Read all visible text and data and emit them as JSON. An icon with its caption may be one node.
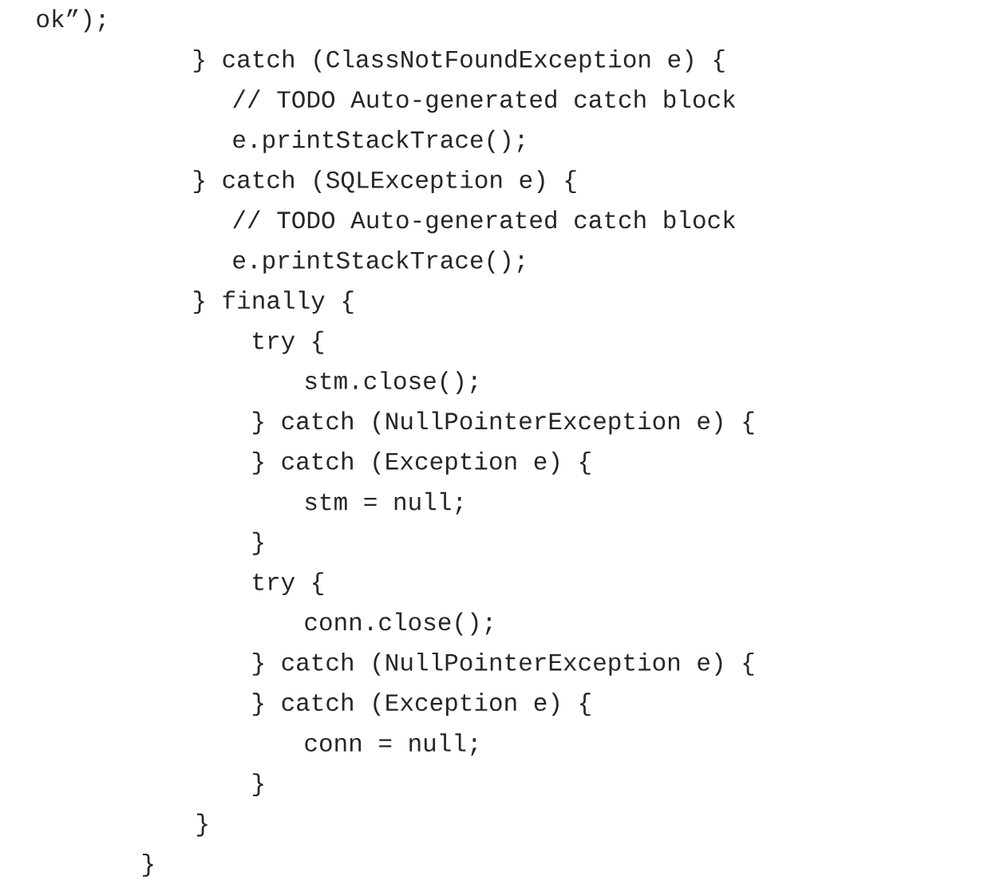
{
  "diagram": {
    "labels": [
      "ok”);",
      "} catch (ClassNotFoundException e) {",
      "// TODO Auto-generated catch block",
      "e.printStackTrace();",
      "} catch (SQLException e) {",
      "// TODO Auto-generated catch block",
      "e.printStackTrace();",
      "} finally {",
      "try {",
      "stm.close();",
      "} catch (NullPointerException e) {",
      "} catch (Exception e) {",
      "stm = null;",
      "}",
      "try {",
      "conn.close();",
      "} catch (NullPointerException e) {",
      "} catch (Exception e) {",
      "conn = null;",
      "}",
      "}",
      "}"
    ]
  }
}
